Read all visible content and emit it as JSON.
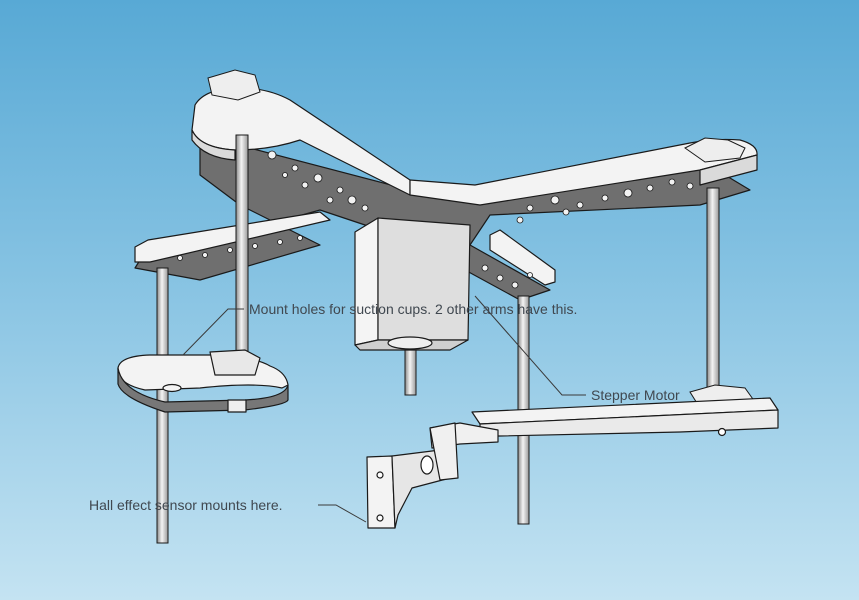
{
  "annotations": {
    "mount_holes": "Mount holes for suction cups. 2 other arms have this.",
    "stepper_motor": "Stepper Motor",
    "hall_sensor": "Hall effect sensor mounts here."
  },
  "colors": {
    "sky_top": "#58a9d5",
    "sky_bottom": "#c4e3f2",
    "part_face": "#f2f2f2",
    "part_shade": "#6f6f6f",
    "outline": "#1a1a1a"
  },
  "parts": [
    "cross-plate",
    "stepper-motor",
    "rods",
    "suction-cup-mount",
    "pivot-arm",
    "hall-sensor-bracket"
  ]
}
